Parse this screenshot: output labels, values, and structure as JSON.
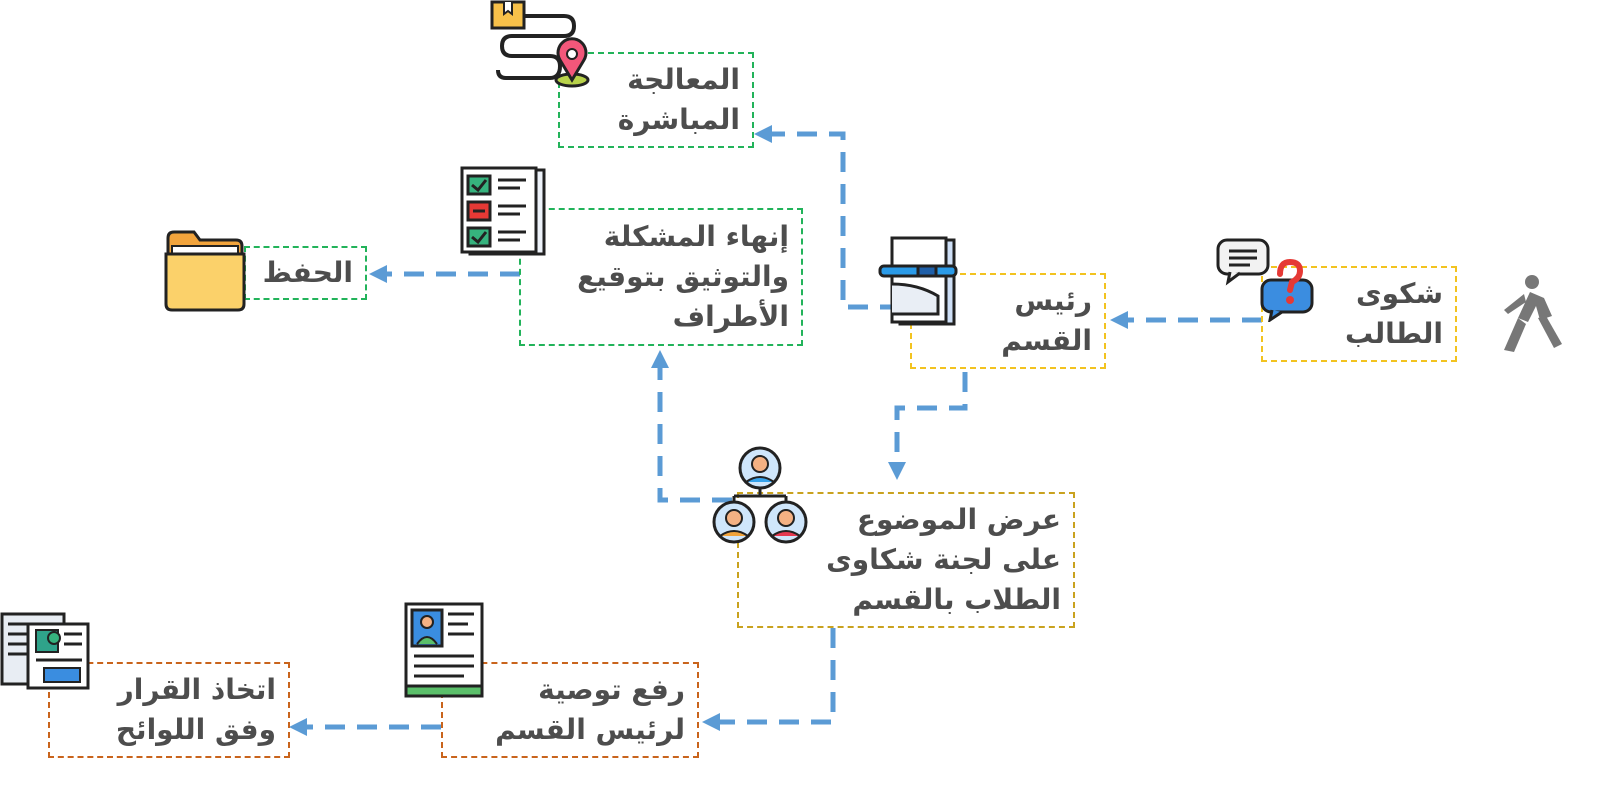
{
  "diagram": {
    "nodes": {
      "student_complaint": {
        "text": "شكوى\nالطالب"
      },
      "department_head": {
        "text": "رئيس\nالقسم"
      },
      "direct_handling": {
        "text": "المعالجة\nالمباشرة"
      },
      "close_document": {
        "text": "إنهاء المشكلة\nوالتوثيق بتوقيع\nالأطراف"
      },
      "archive": {
        "text": "الحفظ"
      },
      "committee_review": {
        "text": "عرض الموضوع\nعلى لجنة شكاوى\nالطلاب بالقسم"
      },
      "recommendation": {
        "text": "رفع توصية\nلرئيس القسم"
      },
      "decision": {
        "text": "اتخاذ القرار\nوفق اللوائح"
      }
    },
    "icons": {
      "start": "walking-person-icon",
      "student_complaint": "question-chat-icon",
      "department_head": "document-pen-icon",
      "direct_handling": "route-map-icon",
      "close_document": "checklist-icon",
      "archive": "folder-icon",
      "committee_review": "team-hierarchy-icon",
      "recommendation": "profile-document-icon",
      "decision": "newspaper-icon"
    },
    "colors": {
      "connector": "#5b9bd5",
      "border_yellow": "#f2c320",
      "border_green": "#22b35a",
      "border_olive": "#c9a21f",
      "border_orange": "#c9641c",
      "text": "#4d4d4d"
    }
  }
}
